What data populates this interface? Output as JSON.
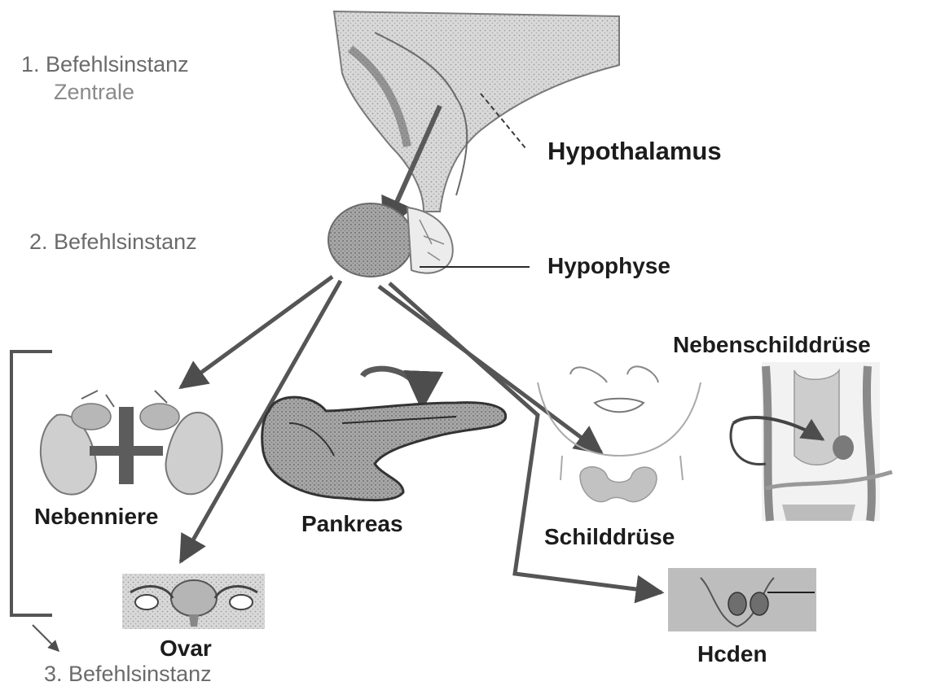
{
  "levels": {
    "first": "1. Befehlsinstanz",
    "first_sub": "Zentrale",
    "second": "2. Befehlsinstanz",
    "third": "3. Befehlsinstanz"
  },
  "organs": {
    "hypothalamus": "Hypothalamus",
    "hypophyse": "Hypophyse",
    "nebenniere": "Nebenniere",
    "pankreas": "Pankreas",
    "schilddruese": "Schilddrüse",
    "nebenschilddruese": "Nebenschilddrüse",
    "ovar": "Ovar",
    "hoden": "Hcden"
  },
  "icons": [
    "hypothalamus-drawing",
    "hypophyse-drawing",
    "adrenal-kidney-drawing",
    "pancreas-drawing",
    "thyroid-drawing",
    "parathyroid-drawing",
    "ovary-drawing",
    "testis-drawing"
  ]
}
